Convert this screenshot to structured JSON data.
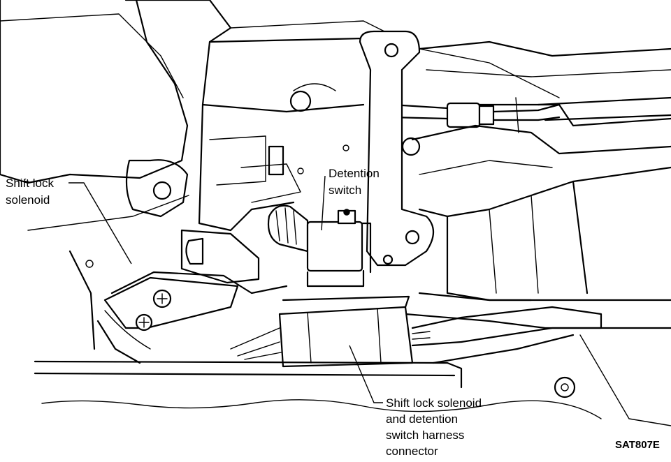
{
  "diagram": {
    "labels": {
      "shift_lock_solenoid": [
        "Shift lock",
        "solenoid"
      ],
      "detention_switch": [
        "Detention",
        "switch"
      ],
      "harness_connector": [
        "Shift lock solenoid",
        "and detention",
        "switch harness",
        "connector"
      ]
    },
    "figure_code": "SAT807E",
    "colors": {
      "ink": "#000000",
      "paper": "#ffffff"
    }
  }
}
